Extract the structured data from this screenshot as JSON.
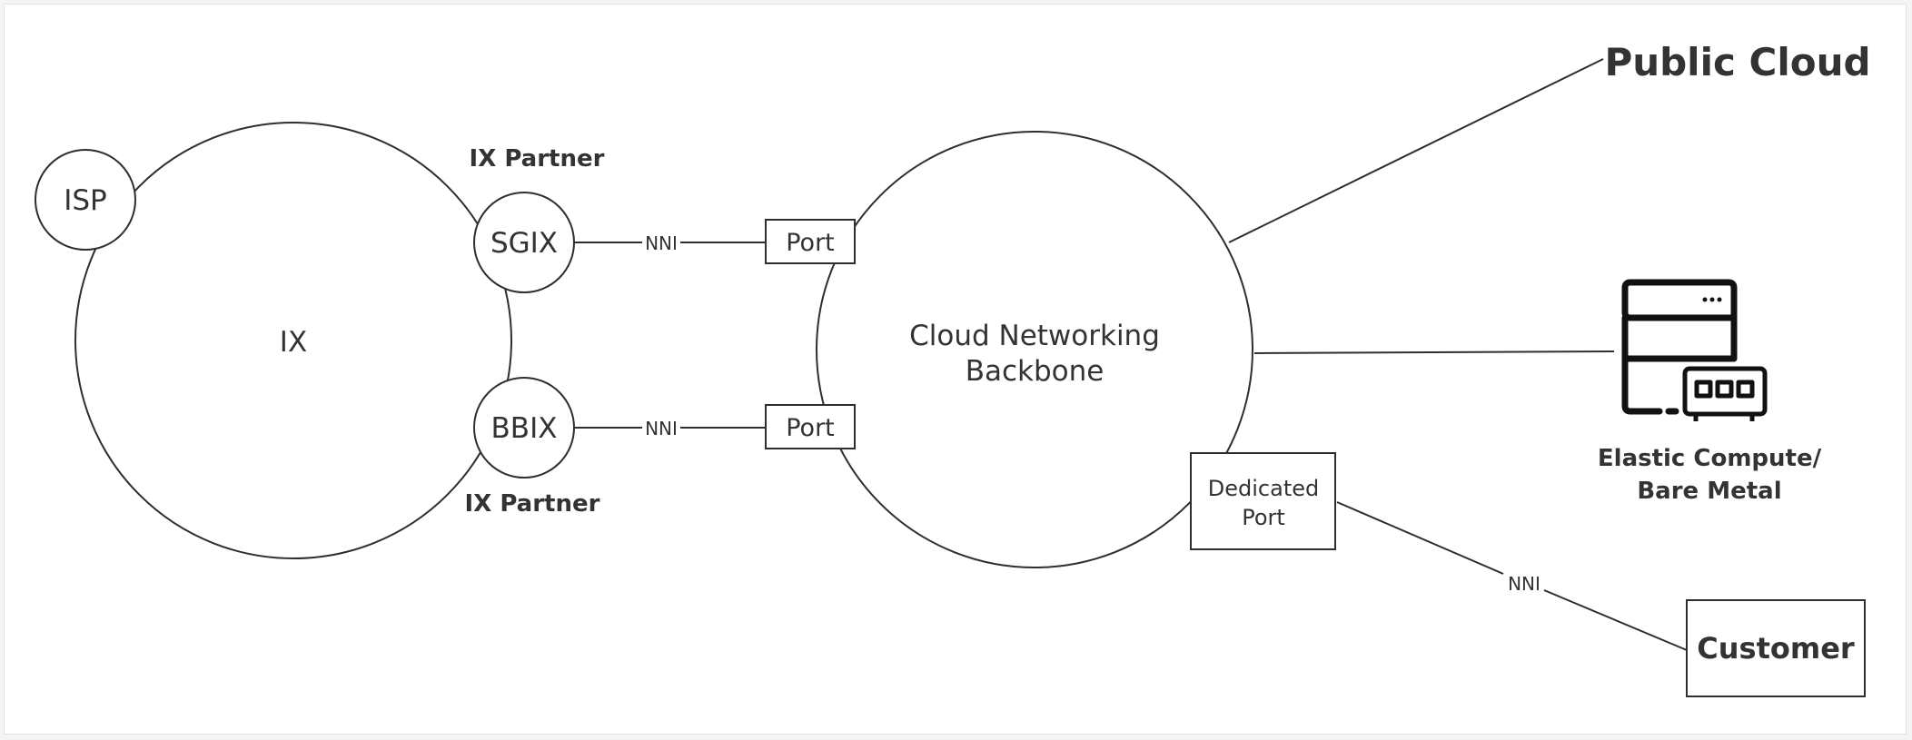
{
  "diagram": {
    "nodes": {
      "isp": "ISP",
      "ix": "IX",
      "sgix": "SGIX",
      "bbix": "BBIX",
      "backbone_line1": "Cloud Networking",
      "backbone_line2": "Backbone",
      "dedicated_line1": "Dedicated",
      "dedicated_line2": "Port",
      "customer": "Customer"
    },
    "labels": {
      "ix_partner_top": "IX Partner",
      "ix_partner_bottom": "IX Partner",
      "port_top": "Port",
      "port_bottom": "Port",
      "nni_top": "NNI",
      "nni_bottom": "NNI",
      "nni_customer": "NNI",
      "public_cloud": "Public Cloud",
      "compute_line1": "Elastic Compute/",
      "compute_line2": "Bare Metal"
    },
    "icons": {
      "server": "server-icon"
    },
    "colors": {
      "stroke": "#2e2e2e",
      "text": "#333333",
      "dashed_link": "#e2574c"
    }
  }
}
